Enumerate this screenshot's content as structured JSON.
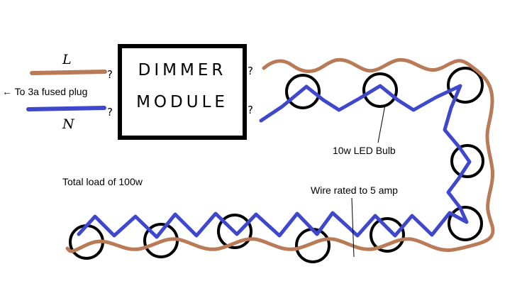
{
  "labels": {
    "live": "L",
    "neutral": "N",
    "plug": "← To 3a fused plug",
    "dimmer_line1": "DIMMER",
    "dimmer_line2": "MODULE",
    "q_left_top": "?",
    "q_left_bottom": "?",
    "q_right_top": "?",
    "q_right_bottom": "?",
    "bulb": "10w LED Bulb",
    "load": "Total load of 100w",
    "rating": "Wire rated to 5 amp"
  },
  "colors": {
    "live_wire": "#b97a57",
    "neutral_wire": "#3f48cc",
    "outline": "#000000"
  },
  "bulb_count": 10
}
